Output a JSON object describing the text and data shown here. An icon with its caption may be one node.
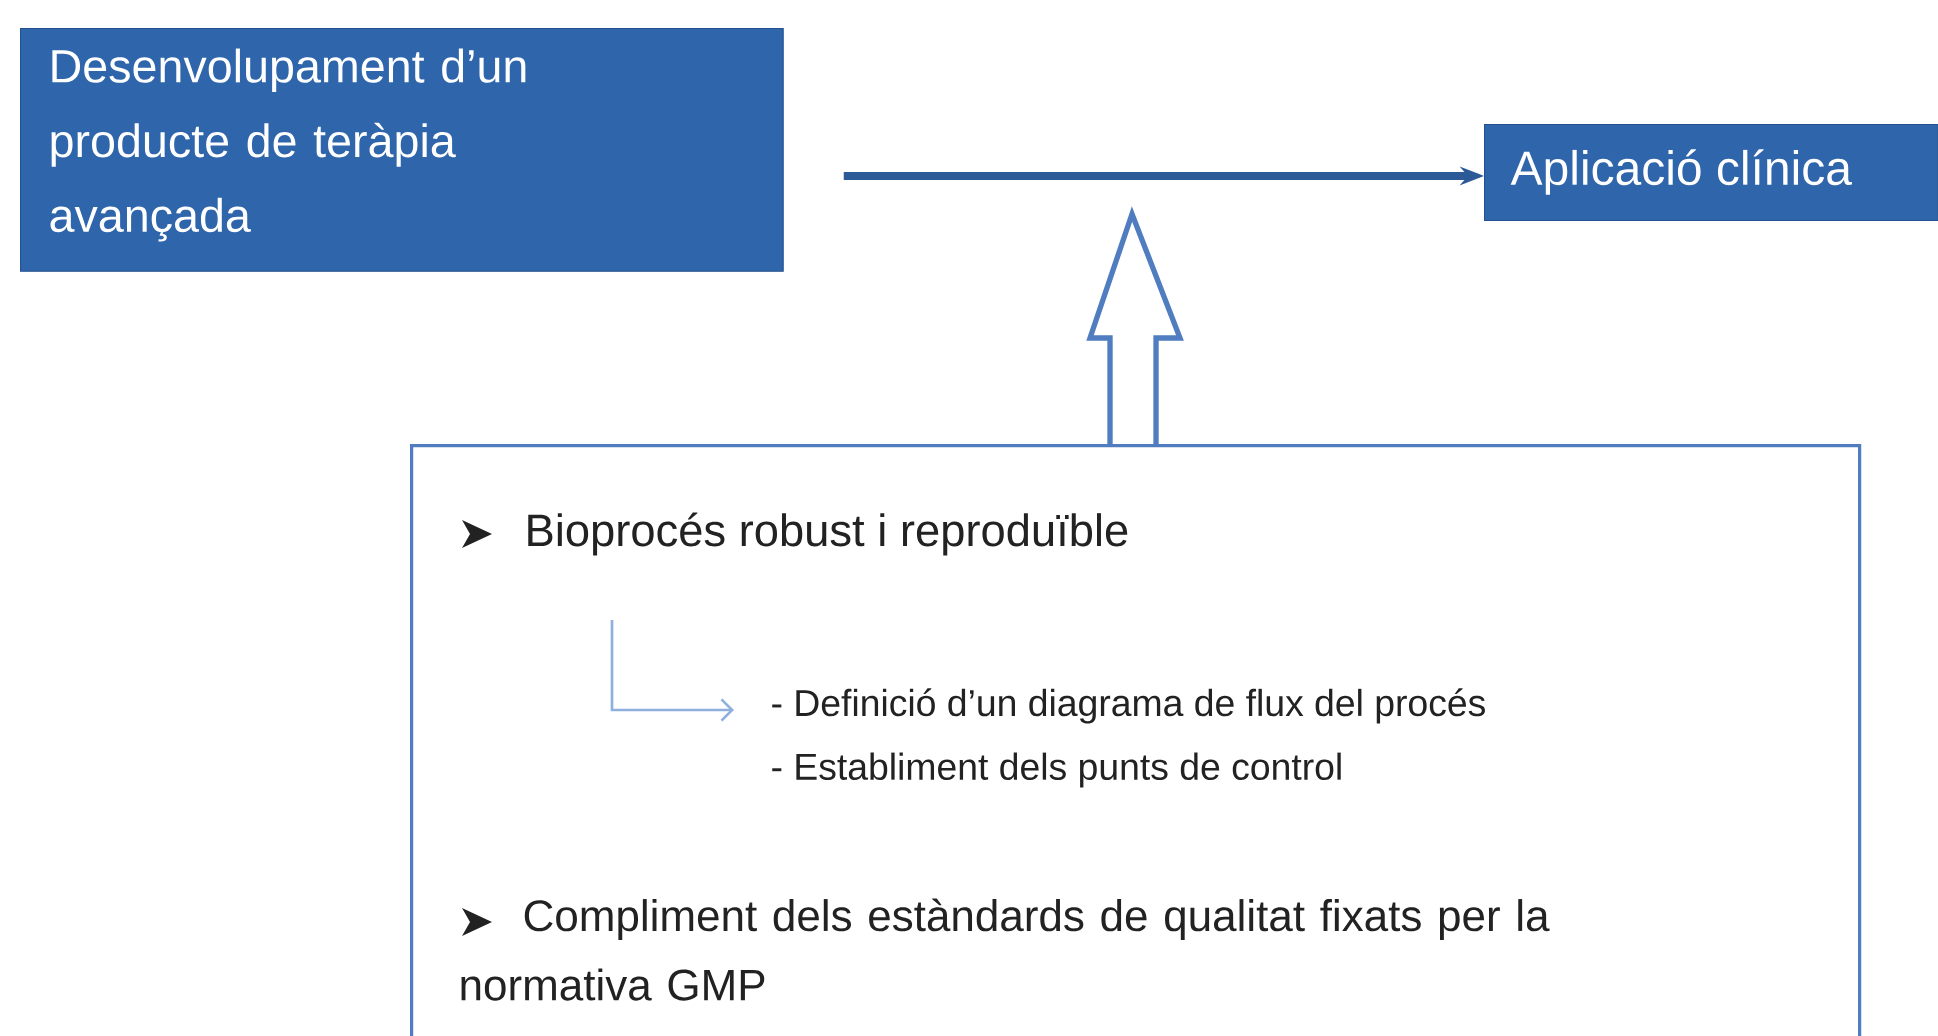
{
  "diagram": {
    "nodes": [
      {
        "text": [
          "Desenvolupament d’un producte de teràpia avançada"
        ]
      },
      {
        "text": [
          "Aplicació clínica"
        ]
      },
      {
        "text": [
          "Bioprocés robust i reproduïble",
          "- Definició d’un diagrama de flux del procés",
          "- Establiment dels punts de control",
          "Compliment dels estàndards de qualitat fixats per la normativa GMP"
        ]
      }
    ],
    "edges": [
      {
        "from": 0,
        "to": 1,
        "arrow": "to"
      },
      {
        "from": 2,
        "to": null,
        "arrow": "to"
      }
    ]
  }
}
